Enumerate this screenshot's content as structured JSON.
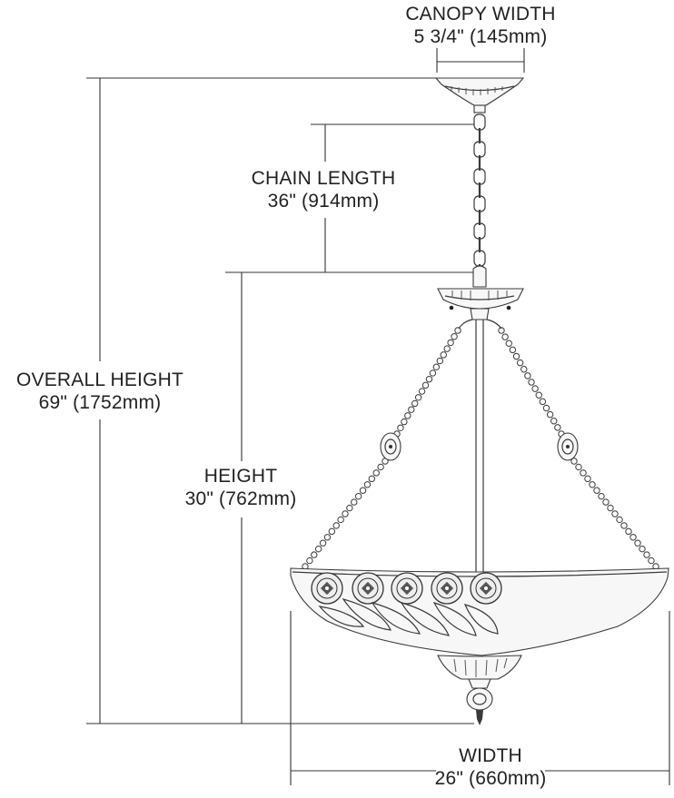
{
  "canopy_width": {
    "title": "CANOPY WIDTH",
    "value": "5 3/4\" (145mm)"
  },
  "chain_length": {
    "title": "CHAIN LENGTH",
    "value": "36\" (914mm)"
  },
  "overall_height": {
    "title": "OVERALL HEIGHT",
    "value": "69\" (1752mm)"
  },
  "height": {
    "title": "HEIGHT",
    "value": "30\" (762mm)"
  },
  "width": {
    "title": "WIDTH",
    "value": "26\" (660mm)"
  }
}
